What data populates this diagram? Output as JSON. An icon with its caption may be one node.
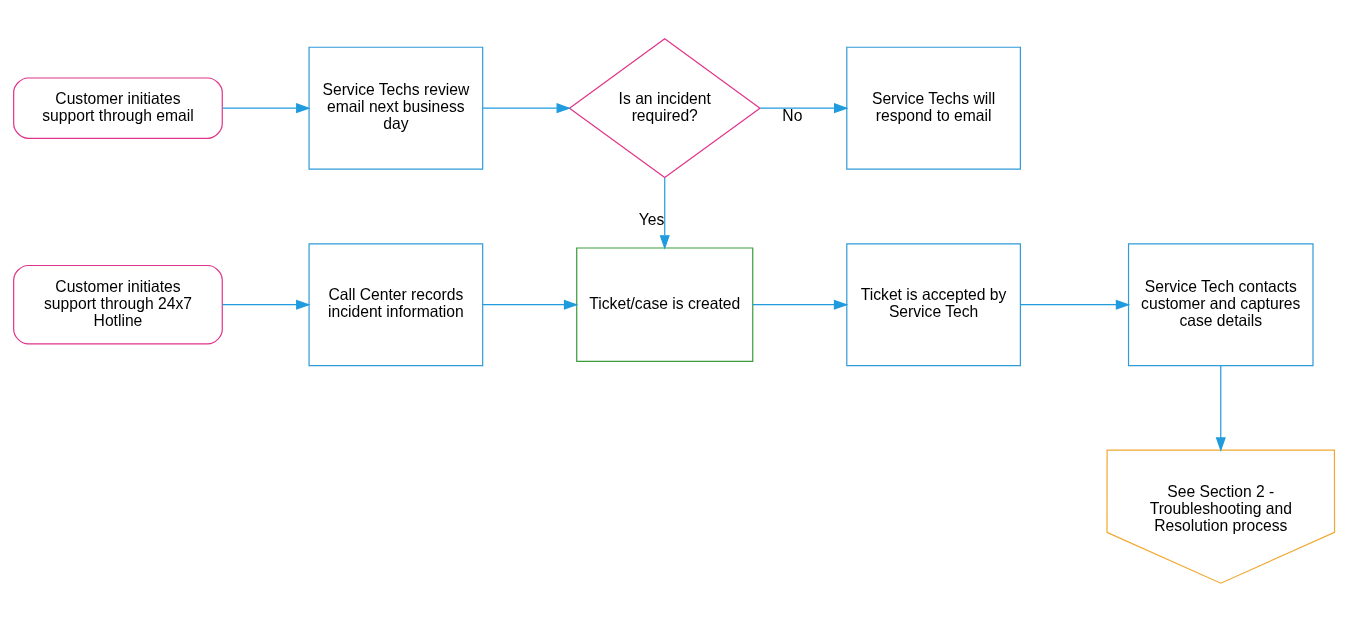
{
  "diagram": {
    "nodes": [
      {
        "text": [
          "Customer initiates support through 24x7 Hotline"
        ]
      },
      {
        "text": [
          "Call Center records incident information"
        ]
      },
      {
        "text": [
          "Ticket/case is created"
        ]
      },
      {
        "text": [
          "Ticket is accepted by Service Tech"
        ]
      },
      {
        "text": [
          "Service Tech contacts customer and captures case details"
        ]
      },
      {
        "text": [
          "See Section 2 - Troubleshooting and Resolution process"
        ]
      },
      {
        "text": [
          "Customer initiates support through email"
        ]
      },
      {
        "text": [
          "Service Techs review email next business day"
        ]
      },
      {
        "text": [
          "Is an incident required?"
        ]
      },
      {
        "text": [
          "Service Techs will respond to email"
        ]
      }
    ],
    "edges": [
      {
        "from": 0,
        "to": 1,
        "arrow": "to"
      },
      {
        "from": 1,
        "to": 2,
        "arrow": "to"
      },
      {
        "from": 2,
        "to": 3,
        "arrow": "to"
      },
      {
        "from": 3,
        "to": 4,
        "arrow": "to"
      },
      {
        "from": 4,
        "to": 5,
        "arrow": "to"
      },
      {
        "from": 6,
        "to": 7,
        "arrow": "to"
      },
      {
        "from": 7,
        "to": 8,
        "arrow": "to"
      },
      {
        "from": 8,
        "to": 2,
        "label": "Yes",
        "arrow": "to"
      },
      {
        "from": 8,
        "to": 9,
        "label": "No",
        "arrow": "to"
      }
    ]
  }
}
